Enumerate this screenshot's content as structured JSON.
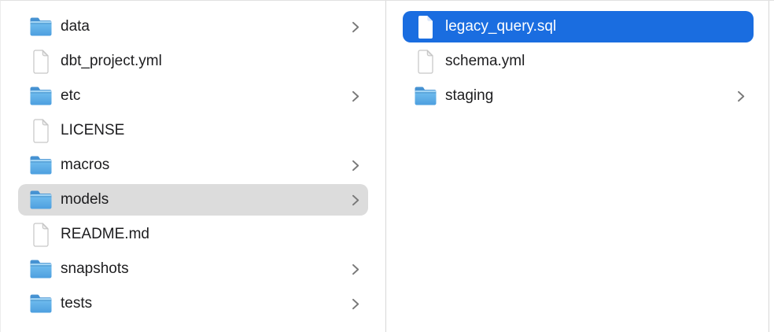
{
  "app": "finder-column-view",
  "colors": {
    "selection_blue": "#1a6de0",
    "selection_gray": "#dcdcdc",
    "text": "#1d1d1f",
    "selected_text": "#ffffff",
    "chevron_gray": "#787878",
    "divider": "#d8d8d8",
    "folder_tab_blue": "#4692d2",
    "folder_body_light": "#74c0f0",
    "folder_body_dark": "#4d9fdf",
    "file_border_gray": "#c6c6c6"
  },
  "columns": [
    {
      "name": "column-1",
      "items": [
        {
          "label": "data",
          "type": "folder",
          "chevron": true,
          "selected": false,
          "selection_style": null
        },
        {
          "label": "dbt_project.yml",
          "type": "file",
          "chevron": false,
          "selected": false,
          "selection_style": null
        },
        {
          "label": "etc",
          "type": "folder",
          "chevron": true,
          "selected": false,
          "selection_style": null
        },
        {
          "label": "LICENSE",
          "type": "file",
          "chevron": false,
          "selected": false,
          "selection_style": null
        },
        {
          "label": "macros",
          "type": "folder",
          "chevron": true,
          "selected": false,
          "selection_style": null
        },
        {
          "label": "models",
          "type": "folder",
          "chevron": true,
          "selected": true,
          "selection_style": "gray"
        },
        {
          "label": "README.md",
          "type": "file",
          "chevron": false,
          "selected": false,
          "selection_style": null
        },
        {
          "label": "snapshots",
          "type": "folder",
          "chevron": true,
          "selected": false,
          "selection_style": null
        },
        {
          "label": "tests",
          "type": "folder",
          "chevron": true,
          "selected": false,
          "selection_style": null
        }
      ]
    },
    {
      "name": "column-2",
      "items": [
        {
          "label": "legacy_query.sql",
          "type": "file",
          "chevron": false,
          "selected": true,
          "selection_style": "blue"
        },
        {
          "label": "schema.yml",
          "type": "file",
          "chevron": false,
          "selected": false,
          "selection_style": null
        },
        {
          "label": "staging",
          "type": "folder",
          "chevron": true,
          "selected": false,
          "selection_style": null
        }
      ]
    }
  ]
}
